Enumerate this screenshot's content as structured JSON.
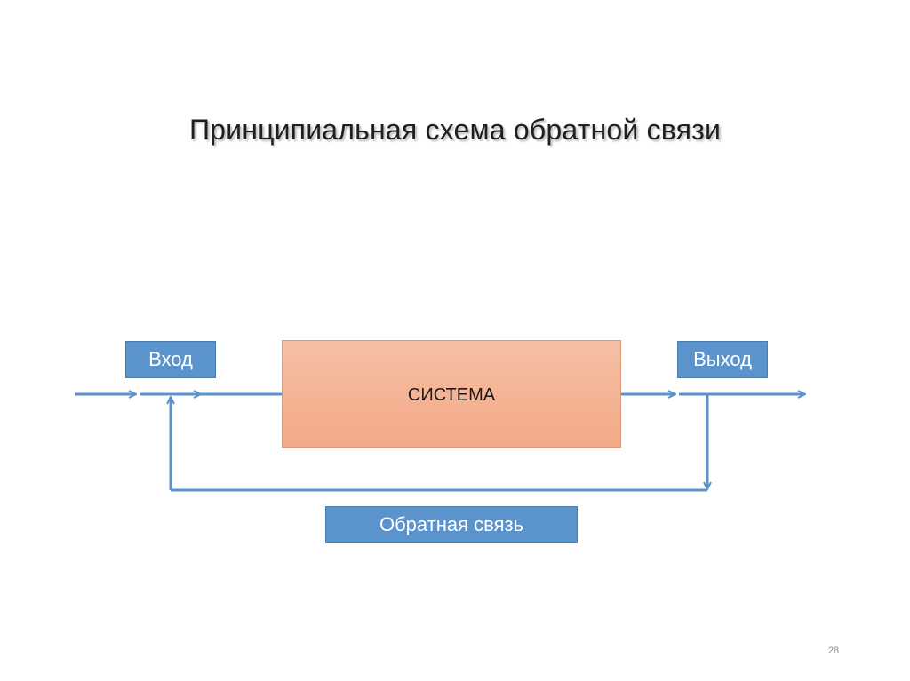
{
  "slide": {
    "title": "Принципиальная схема обратной связи",
    "page_number": "28"
  },
  "diagram": {
    "input_label": "Вход",
    "system_label": "СИСТЕМА",
    "output_label": "Выход",
    "feedback_label": "Обратная связь"
  },
  "colors": {
    "box_blue": "#5b93cc",
    "arrow_blue": "#5b93cc",
    "system_fill": "#f4b091"
  }
}
